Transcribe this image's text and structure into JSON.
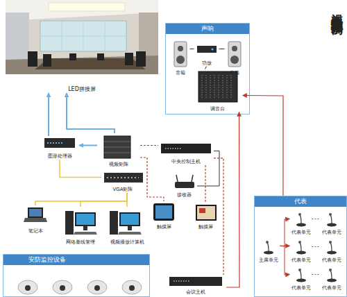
{
  "diagram": {
    "title": "视频会议系统拓扑图示例",
    "nodes": [
      {
        "text": [
          "LED拼接屏"
        ]
      },
      {
        "text": [
          "声响"
        ]
      },
      {
        "text": [
          "音箱"
        ],
        "in": 1
      },
      {
        "text": [
          "功放"
        ],
        "in": 1
      },
      {
        "text": [
          "音箱"
        ],
        "in": 1
      },
      {
        "text": [
          "调音台"
        ],
        "in": 1
      },
      {
        "text": [
          "图形处理器"
        ]
      },
      {
        "text": [
          "视频矩阵"
        ]
      },
      {
        "text": [
          "中央控制主机"
        ]
      },
      {
        "text": [
          "VGA矩阵"
        ]
      },
      {
        "text": [
          "接收器"
        ]
      },
      {
        "text": [
          "笔记本"
        ]
      },
      {
        "text": [
          "网络基线管理"
        ]
      },
      {
        "text": [
          "视频播放计算机"
        ]
      },
      {
        "text": [
          "触摸屏"
        ]
      },
      {
        "text": [
          "触摸屏"
        ]
      },
      {
        "text": [
          "代表"
        ]
      },
      {
        "text": [
          "主席单元"
        ],
        "in": 16
      },
      {
        "text": [
          "代表单元"
        ],
        "in": 16
      },
      {
        "text": [
          "代表单元"
        ],
        "in": 16
      },
      {
        "text": [
          "代表单元"
        ],
        "in": 16
      },
      {
        "text": [
          "代表单元"
        ],
        "in": 16
      },
      {
        "text": [
          "代表单元"
        ],
        "in": 16
      },
      {
        "text": [
          "代表单元"
        ],
        "in": 16
      },
      {
        "text": [
          "安防监控设备"
        ]
      },
      {
        "text": [
          "会议主机"
        ]
      }
    ],
    "edges": [
      {
        "from": 6,
        "to": 0,
        "arrow": "to"
      },
      {
        "from": 7,
        "to": 0,
        "arrow": "to"
      },
      {
        "from": 7,
        "to": 6,
        "arrow": "to"
      },
      {
        "from": 9,
        "to": 6,
        "arrow": "none"
      },
      {
        "from": 11,
        "to": 9,
        "arrow": "none"
      },
      {
        "from": 12,
        "to": 9,
        "arrow": "none"
      },
      {
        "from": 13,
        "to": 9,
        "arrow": "none"
      },
      {
        "from": 7,
        "to": 8,
        "arrow": "none"
      },
      {
        "from": 8,
        "to": 10,
        "arrow": "none"
      },
      {
        "from": 7,
        "to": 14,
        "arrow": "none"
      },
      {
        "from": 8,
        "to": 15,
        "arrow": "none"
      },
      {
        "from": 8,
        "to": 25,
        "arrow": "none"
      },
      {
        "from": 25,
        "to": 5,
        "arrow": "to"
      },
      {
        "from": 16,
        "to": 5,
        "arrow": "to"
      },
      {
        "from": 3,
        "to": 2,
        "arrow": "none"
      },
      {
        "from": 3,
        "to": 4,
        "arrow": "none"
      },
      {
        "from": 5,
        "to": 3,
        "arrow": "none"
      },
      {
        "from": 17,
        "to": 18,
        "arrow": "to"
      },
      {
        "from": 17,
        "to": 20,
        "arrow": "to"
      },
      {
        "from": 17,
        "to": 22,
        "arrow": "to"
      },
      {
        "from": 18,
        "to": 19,
        "arrow": "none"
      },
      {
        "from": 20,
        "to": 21,
        "arrow": "none"
      },
      {
        "from": 22,
        "to": 23,
        "arrow": "none"
      }
    ]
  }
}
